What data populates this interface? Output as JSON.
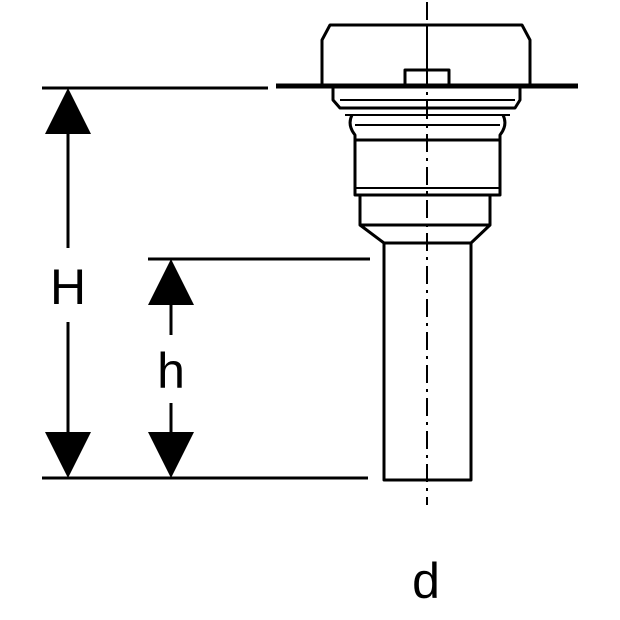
{
  "labels": {
    "height_total": "H",
    "height_outlet": "h",
    "diameter": "d"
  },
  "colors": {
    "line": "#000000",
    "background": "#ffffff"
  }
}
